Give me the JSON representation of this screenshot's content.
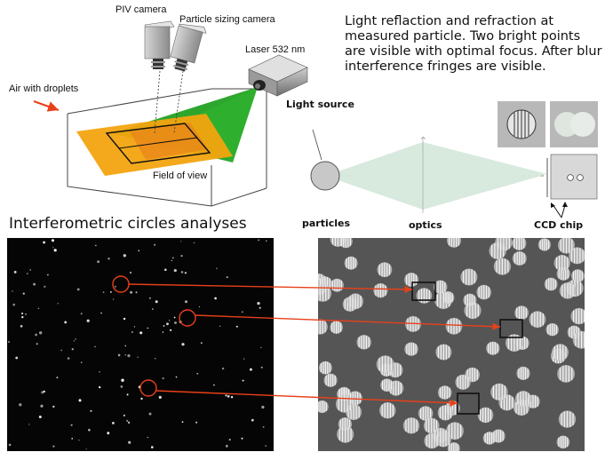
{
  "labels": {
    "piv_camera": "PIV camera",
    "sizing_camera": "Particle sizing camera",
    "laser": "Laser 532 nm",
    "air": "Air with droplets",
    "fov": "Field of view",
    "light_source": "Light source",
    "particles": "particles",
    "optics": "optics",
    "ccd": "CCD chip"
  },
  "description": "Light reflaction and refraction at measured particle. Two bright points are visible with optimal focus. After blur interference fringes are visible.",
  "heading": "Interferometric circles analyses",
  "colors": {
    "accent": "#e8401a",
    "laser_green": "#1c9e1c",
    "sheet_orange": "#f2a40f",
    "pale_beam": "#d6e8dc",
    "panel_dark": "#050505",
    "panel_grey": "#555555"
  }
}
